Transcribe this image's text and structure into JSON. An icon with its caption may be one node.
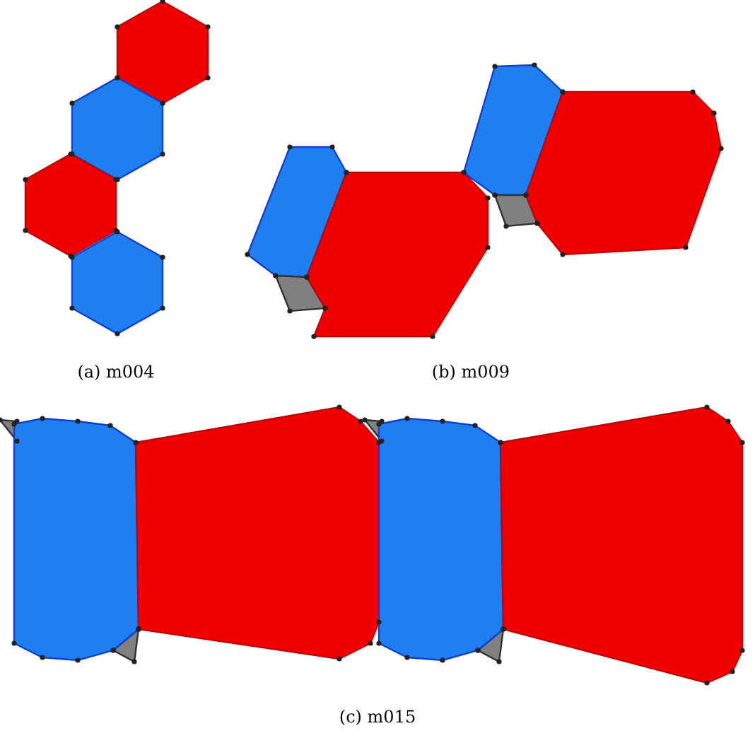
{
  "diagram": {
    "labels": [
      "(a) m004",
      "(b) m009",
      "(c) m015"
    ]
  }
}
